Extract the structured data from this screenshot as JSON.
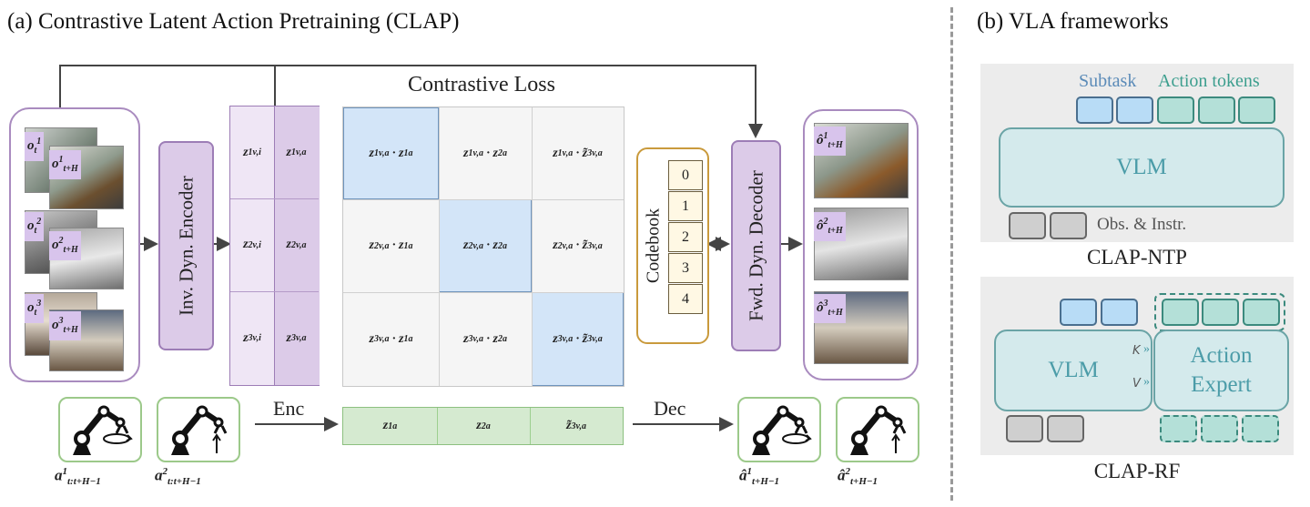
{
  "title_a": "(a) Contrastive Latent Action Pretraining (CLAP)",
  "title_b": "(b) VLA frameworks",
  "contrastive_loss": "Contrastive Loss",
  "encoder": "Inv. Dyn. Encoder",
  "decoder": "Fwd. Dyn. Decoder",
  "codebook": {
    "label": "Codebook",
    "entries": [
      "0",
      "1",
      "2",
      "3",
      "4"
    ]
  },
  "enc_label": "Enc",
  "dec_label": "Dec",
  "ntp": {
    "caption": "CLAP-NTP",
    "vlm": "VLM",
    "subtask": "Subtask",
    "action_tokens": "Action tokens",
    "obs": "Obs. & Instr."
  },
  "rf": {
    "caption": "CLAP-RF",
    "vlm": "VLM",
    "expert_line1": "Action",
    "expert_line2": "Expert",
    "k": "K",
    "v": "V"
  },
  "colors": {
    "purple_border": "#a98bbf",
    "purple_fill": "#dccbe8",
    "blue_cell": "#d3e5f8",
    "green_fill": "#d5ead0",
    "teal_text": "#4b9ca8",
    "subtask_blue": "#5b8bb8",
    "tokens_teal": "#3c9e8e"
  }
}
